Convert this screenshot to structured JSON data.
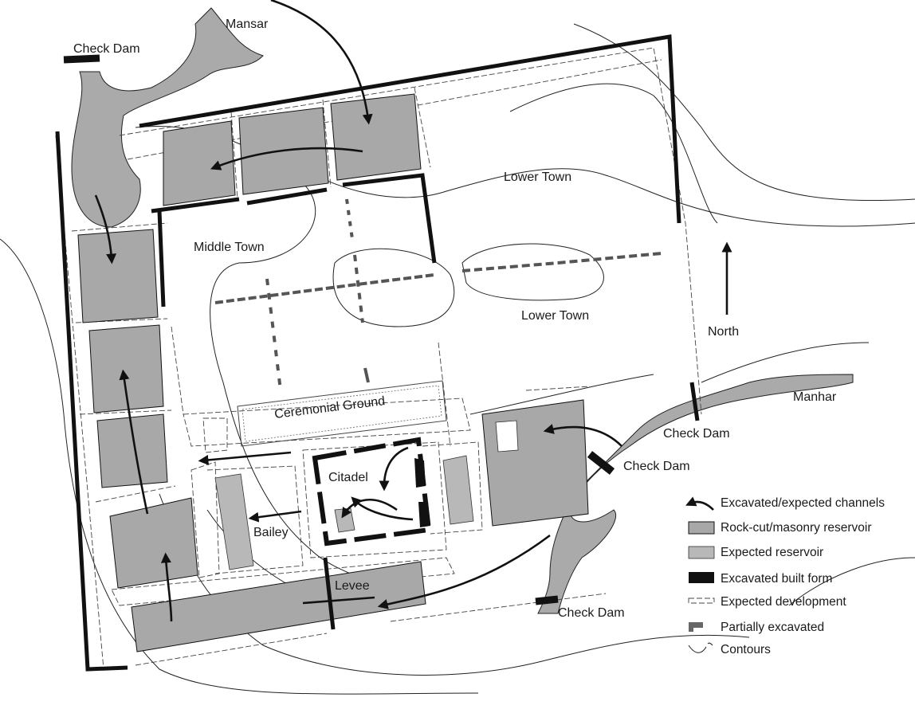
{
  "map": {
    "labels": {
      "mansar": "Mansar",
      "check_dam_nw": "Check Dam",
      "lower_town_top": "Lower Town",
      "middle_town": "Middle Town",
      "lower_town_mid": "Lower Town",
      "north": "North",
      "manhar": "Manhar",
      "check_dam_e": "Check Dam",
      "check_dam_se": "Check Dam",
      "check_dam_s": "Check Dam",
      "ceremonial_ground": "Ceremonial Ground",
      "citadel": "Citadel",
      "bailey": "Bailey",
      "levee": "Levee"
    }
  },
  "legend": {
    "items": [
      {
        "label": "Excavated/expected channels",
        "icon": "arrow-channel-icon"
      },
      {
        "label": "Rock-cut/masonry reservoir",
        "icon": "dark-reservoir-swatch"
      },
      {
        "label": "Expected reservoir",
        "icon": "light-reservoir-swatch"
      },
      {
        "label": "Excavated built form",
        "icon": "black-wall-swatch"
      },
      {
        "label": "Expected development",
        "icon": "dashed-outline-swatch"
      },
      {
        "label": "Partially excavated",
        "icon": "partial-wall-swatch"
      },
      {
        "label": "Contours",
        "icon": "contour-line-icon"
      }
    ]
  },
  "colors": {
    "reservoir": "#a8a8a8",
    "expected_reservoir": "#b8b8b8",
    "built_form": "#111111",
    "background": "#ffffff"
  }
}
